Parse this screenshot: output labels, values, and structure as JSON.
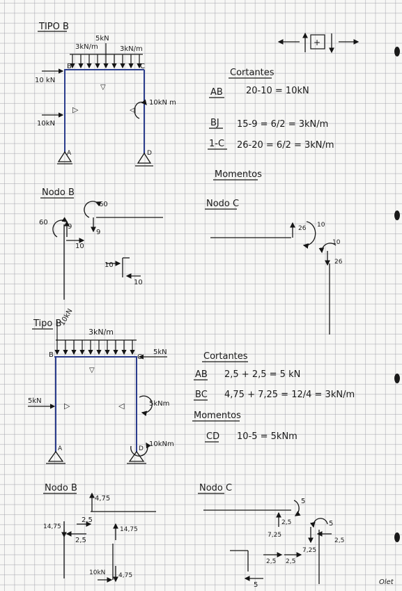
{
  "type_b": {
    "title": "TIPO B",
    "load_5": "5kN",
    "load_left": "3kN/m",
    "load_right": "3kN/m",
    "node_b": "B",
    "node_c": "C",
    "node_a": "A",
    "node_d": "D",
    "force_10kn_top": "10 kN",
    "force_10kn_side": "10kN",
    "moment_10knm": "10kN m",
    "sign_convention": "←↑[+]↓→"
  },
  "cortantes_1": {
    "heading": "Cortantes",
    "rows": [
      {
        "label": "AB",
        "expr": "20-10 = 10kN"
      },
      {
        "label": "BJ",
        "expr": "15-9 = 6/2 = 3kN/m"
      },
      {
        "label": "1-C",
        "expr": "26-20 = 6/2 = 3kN/m"
      }
    ]
  },
  "momentos_1": {
    "heading": "Momentos"
  },
  "nodo_b_1": {
    "title": "Nodo B",
    "v60_left": "60",
    "v9_left": "9",
    "v10_left": "10",
    "v60_right": "60",
    "v9_right": "9",
    "v10_a": "10",
    "v10_b": "10"
  },
  "nodo_c_1": {
    "title": "Nodo C",
    "v26_a": "26",
    "v10_a": "10",
    "v10_b": "10",
    "v26_b": "26"
  },
  "type_b2": {
    "title": "Tipo B",
    "load_top": "10kN",
    "load_dist": "3kN/m",
    "node_b": "B",
    "node_c": "C",
    "force_5kn_right": "5kN",
    "force_5kn_left": "5kN",
    "moment_5knm": "5kNm",
    "moment_10knm": "10kNm",
    "node_a": "A",
    "node_d": "D"
  },
  "cortantes_2": {
    "heading": "Cortantes",
    "rows": [
      {
        "label": "AB",
        "expr": "2,5 + 2,5 = 5 kN"
      },
      {
        "label": "BC",
        "expr": "4,75 + 7,25 = 12/4 = 3kN/m"
      }
    ]
  },
  "momentos_2": {
    "heading": "Momentos",
    "rows": [
      {
        "label": "CD",
        "expr": "10-5 = 5kNm"
      }
    ]
  },
  "nodo_b_2": {
    "title": "Nodo B",
    "v475_top": "4,75",
    "v25_a": "2,5",
    "v1475_left": "14,75",
    "v25_b": "2,5",
    "v1475_right": "14,75",
    "v10kn": "10kN",
    "v475_bot": "4,75"
  },
  "nodo_c_2": {
    "title": "Nodo C",
    "v5_a": "5",
    "v25_a": "2,5",
    "v725_a": "7,25",
    "v5_b": "5",
    "v725_b": "7,25",
    "v25_b": "2,5",
    "v25_c": "2,5",
    "v25_d": "2,5",
    "v5_c": "5"
  },
  "footer": {
    "brand": "Olet"
  }
}
